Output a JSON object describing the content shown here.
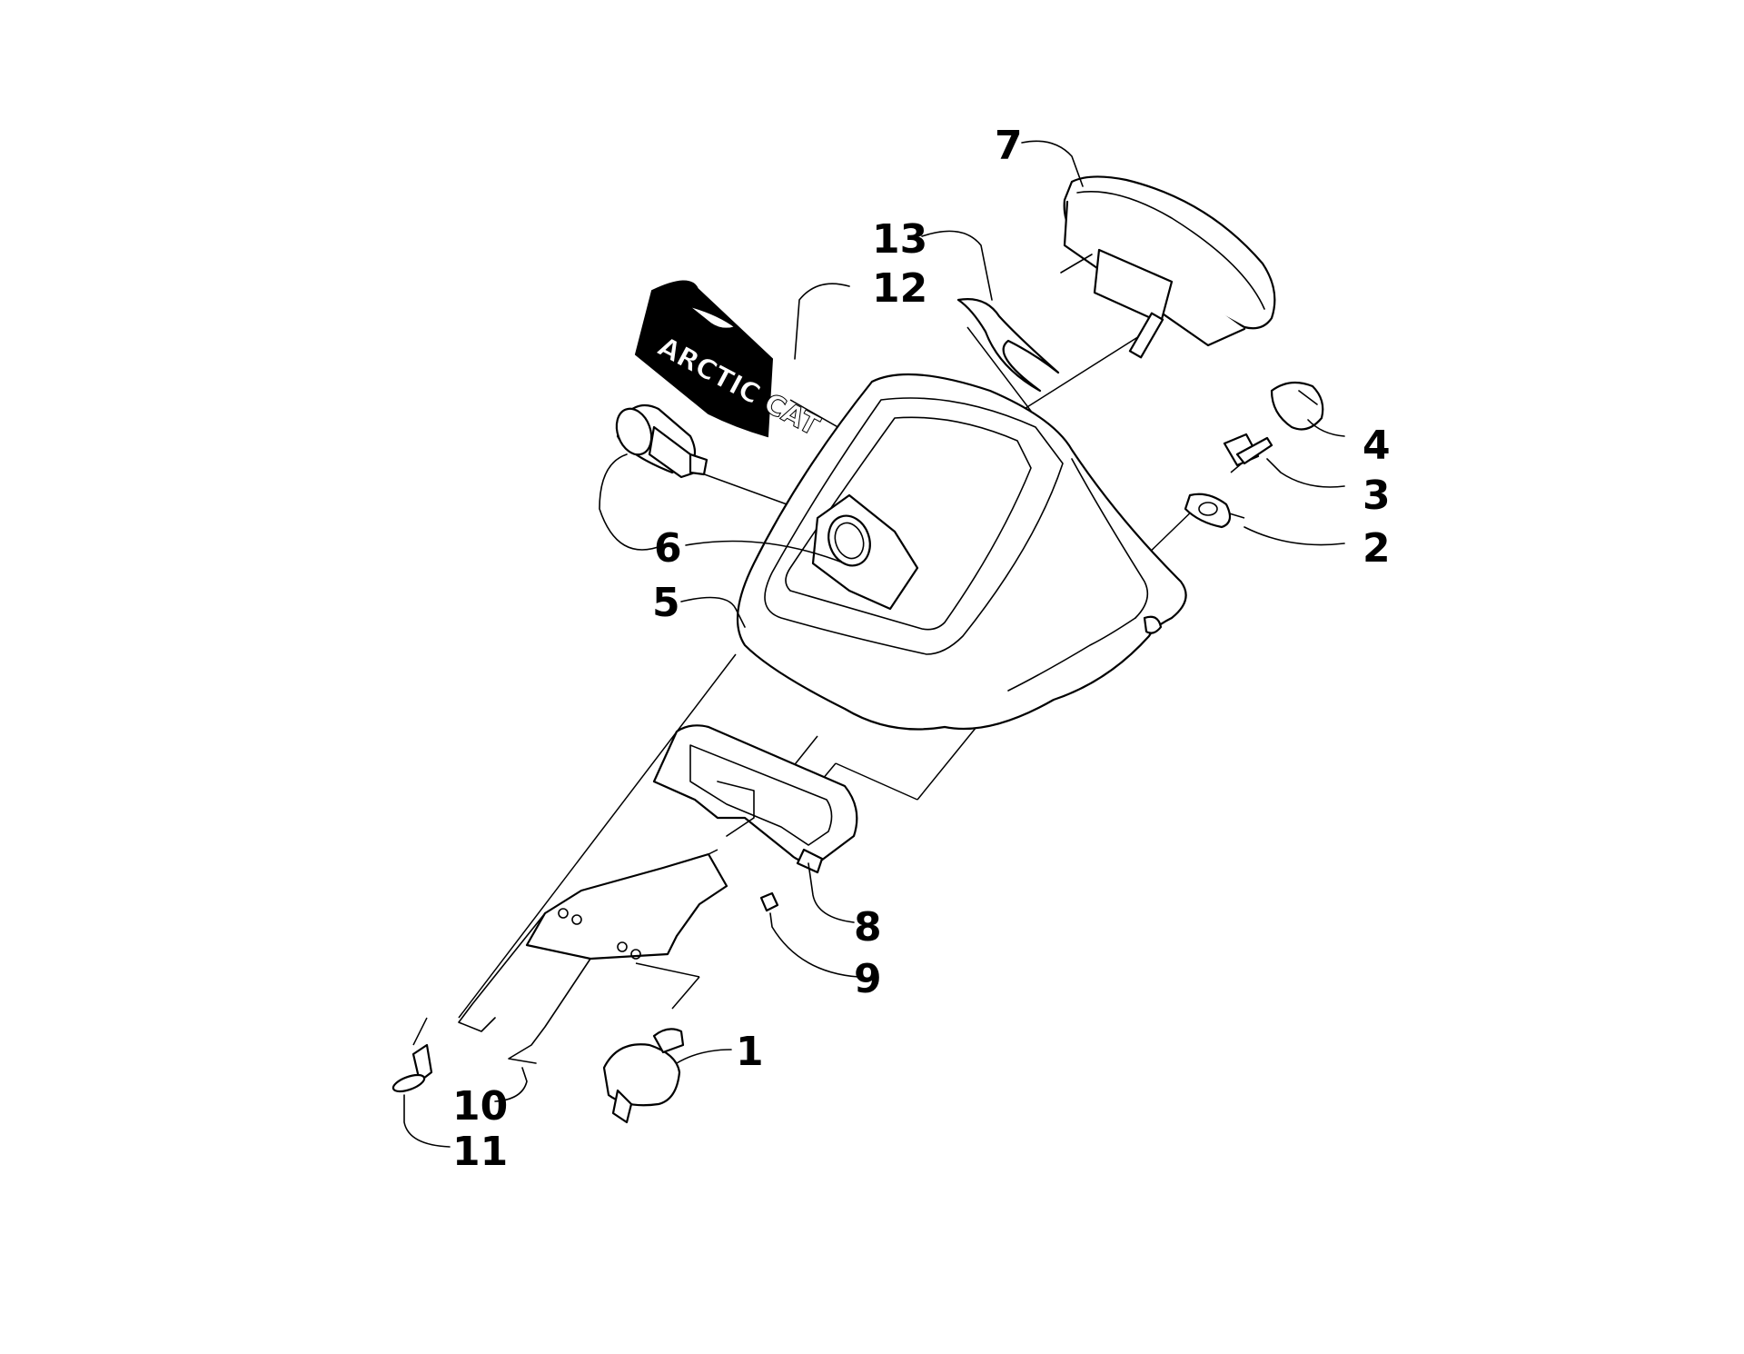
{
  "diagram": {
    "callouts": {
      "c1": "1",
      "c2": "2",
      "c3": "3",
      "c4": "4",
      "c5": "5",
      "c6": "6",
      "c7": "7",
      "c8": "8",
      "c9": "9",
      "c10": "10",
      "c11": "11",
      "c12": "12",
      "c13": "13"
    },
    "decal_logo": "ARCTIC CAT"
  }
}
